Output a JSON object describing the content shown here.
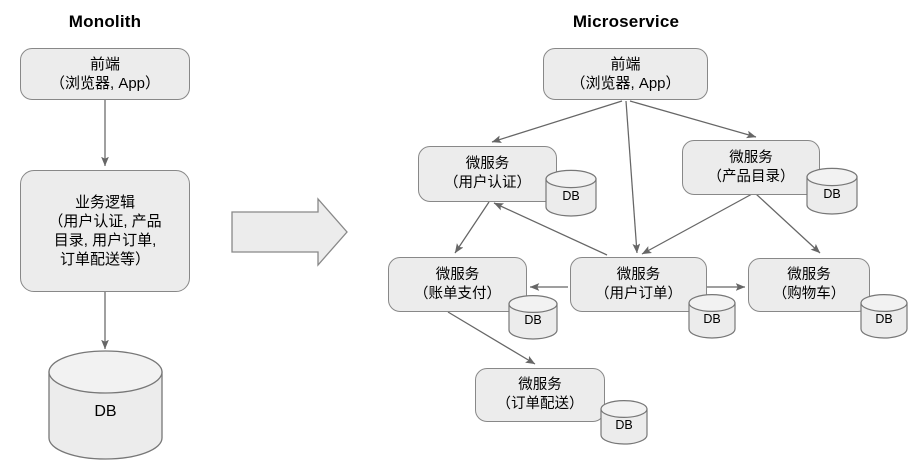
{
  "diagram": {
    "type": "architecture-comparison",
    "background": "#ffffff",
    "box_fill": "#ececec",
    "box_stroke": "#888888",
    "arrow_stroke": "#666666"
  },
  "left": {
    "title": "Monolith",
    "frontend": {
      "line1": "前端",
      "line2": "（浏览器, App）"
    },
    "business_logic": {
      "line1": "业务逻辑",
      "line2": "（用户认证, 产品",
      "line3": "目录, 用户订单,",
      "line4": "订单配送等）"
    },
    "database": {
      "label": "DB"
    }
  },
  "right": {
    "title": "Microservice",
    "frontend": {
      "line1": "前端",
      "line2": "（浏览器, App）"
    },
    "services": [
      {
        "id": "user-auth",
        "line1": "微服务",
        "line2": "（用户认证）",
        "db": "DB"
      },
      {
        "id": "product-catalog",
        "line1": "微服务",
        "line2": "（产品目录）",
        "db": "DB"
      },
      {
        "id": "billing-payment",
        "line1": "微服务",
        "line2": "（账单支付）",
        "db": "DB"
      },
      {
        "id": "user-orders",
        "line1": "微服务",
        "line2": "（用户订单）",
        "db": "DB"
      },
      {
        "id": "shopping-cart",
        "line1": "微服务",
        "line2": "（购物车）",
        "db": "DB"
      },
      {
        "id": "order-delivery",
        "line1": "微服务",
        "line2": "（订单配送）",
        "db": "DB"
      }
    ]
  },
  "transition": {
    "icon": "right-block-arrow"
  }
}
